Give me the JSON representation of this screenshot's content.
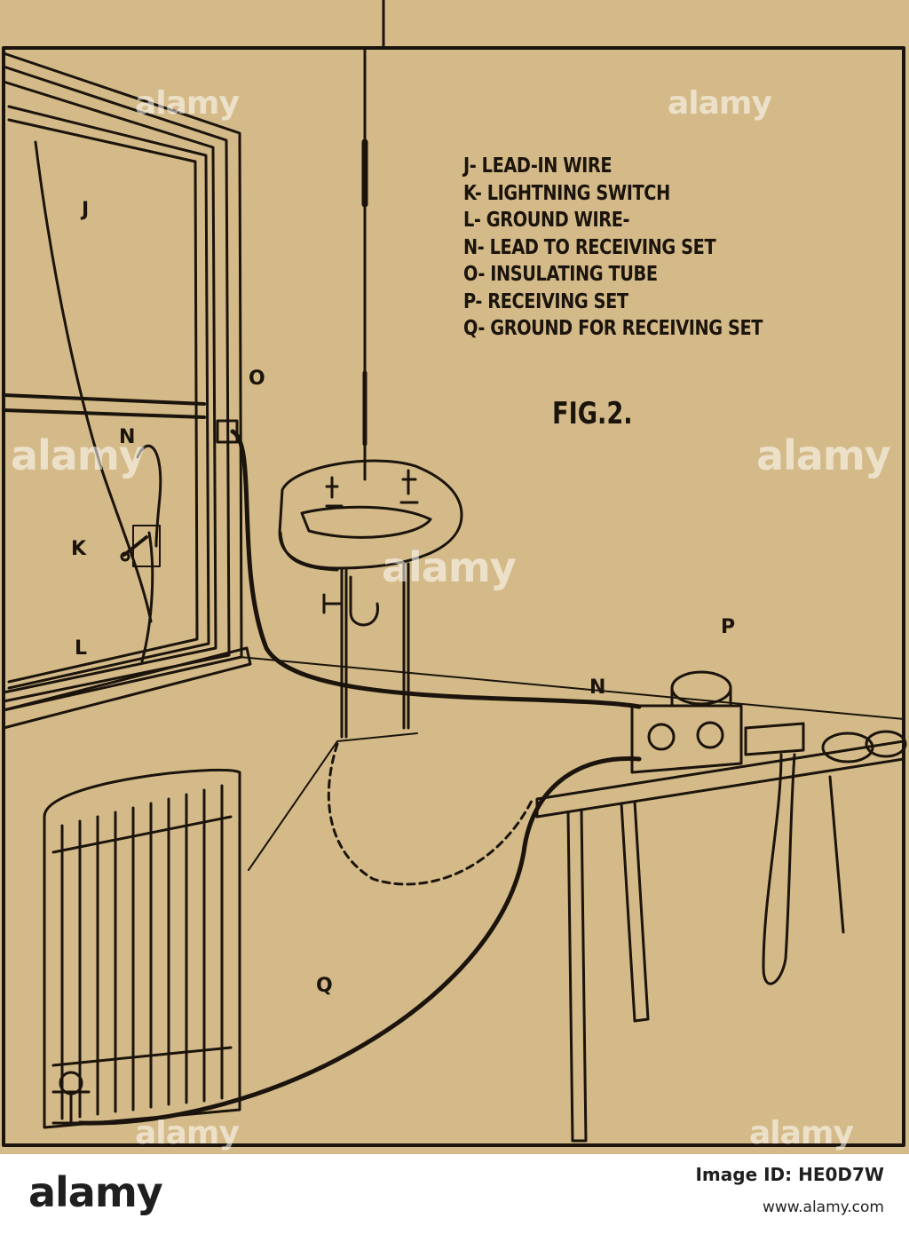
{
  "figure": {
    "title": "FIG.2.",
    "legend": [
      "J- LEAD-IN WIRE",
      "K- LIGHTNING SWITCH",
      "L- GROUND WIRE-",
      "N- LEAD TO RECEIVING SET",
      "O- INSULATING TUBE",
      "P- RECEIVING SET",
      "Q- GROUND FOR RECEIVING SET"
    ],
    "labels": {
      "j": "J",
      "k": "K",
      "l": "L",
      "n_window": "N",
      "n_table": "N",
      "o": "O",
      "p": "P",
      "q": "Q"
    }
  },
  "watermark": {
    "text": "alamy"
  },
  "footer": {
    "brand": "alamy",
    "image_id": "Image ID: HE0D7W",
    "site": "www.alamy.com"
  },
  "colors": {
    "paper": "#d4ba88",
    "ink": "#1b140c",
    "footer_bg": "#ffffff"
  }
}
